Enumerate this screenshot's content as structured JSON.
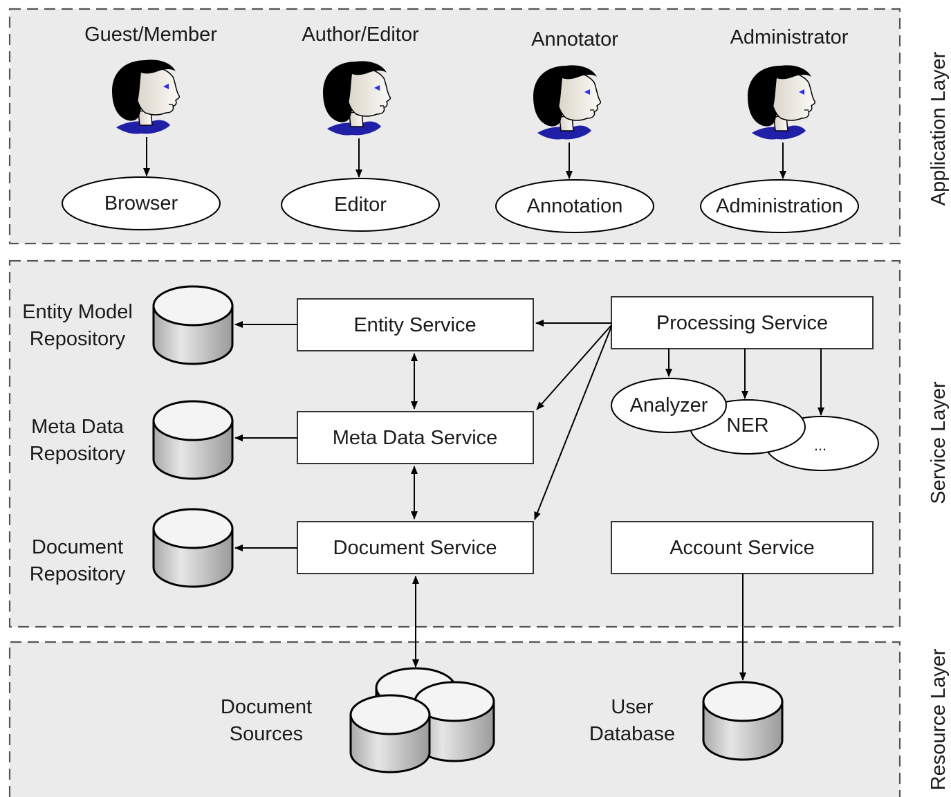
{
  "layers": {
    "application": "Application Layer",
    "service": "Service Layer",
    "resource": "Resource Layer"
  },
  "actors": [
    {
      "role": "Guest/Member",
      "client": "Browser"
    },
    {
      "role": "Author/Editor",
      "client": "Editor"
    },
    {
      "role": "Annotator",
      "client": "Annotation"
    },
    {
      "role": "Administrator",
      "client": "Administration"
    }
  ],
  "repositories": {
    "entity_model": [
      "Entity Model",
      "Repository"
    ],
    "meta_data": [
      "Meta Data",
      "Repository"
    ],
    "document": [
      "Document",
      "Repository"
    ]
  },
  "services": {
    "entity": "Entity Service",
    "meta_data": "Meta Data Service",
    "document": "Document Service",
    "processing": "Processing Service",
    "account": "Account Service"
  },
  "processors": {
    "analyzer": "Analyzer",
    "ner": "NER",
    "more": "..."
  },
  "resources": {
    "document_sources": [
      "Document",
      "Sources"
    ],
    "user_database": [
      "User",
      "Database"
    ]
  },
  "colors": {
    "panel": "#ebebeb",
    "hair": "#000000",
    "skin": "#f3efe6",
    "collar": "#1f1fa8",
    "eye": "#2a2aff",
    "cylinder_top": "#f2f2f2",
    "cylinder_body": "#c8c8c8"
  }
}
